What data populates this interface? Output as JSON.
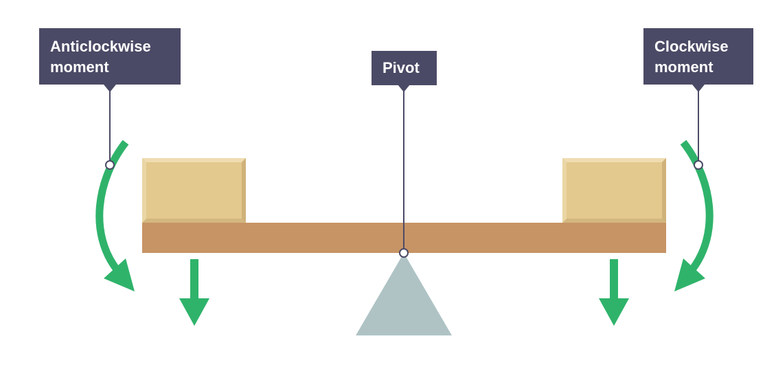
{
  "labels": {
    "anticlockwise_line1": "Anticlockwise",
    "anticlockwise_line2": "moment",
    "pivot": "Pivot",
    "clockwise_line1": "Clockwise",
    "clockwise_line2": "moment"
  },
  "colors": {
    "label_bg": "#4b4a66",
    "label_text": "#ffffff",
    "leader_line": "#4b4a66",
    "arrow_green": "#2fb36b",
    "beam": "#c79465",
    "box_face": "#e3c98d",
    "box_edge_light": "#efdcb0",
    "box_edge_dark": "#cfb27a",
    "pivot_triangle": "#afc3c5",
    "background": "#ffffff"
  }
}
